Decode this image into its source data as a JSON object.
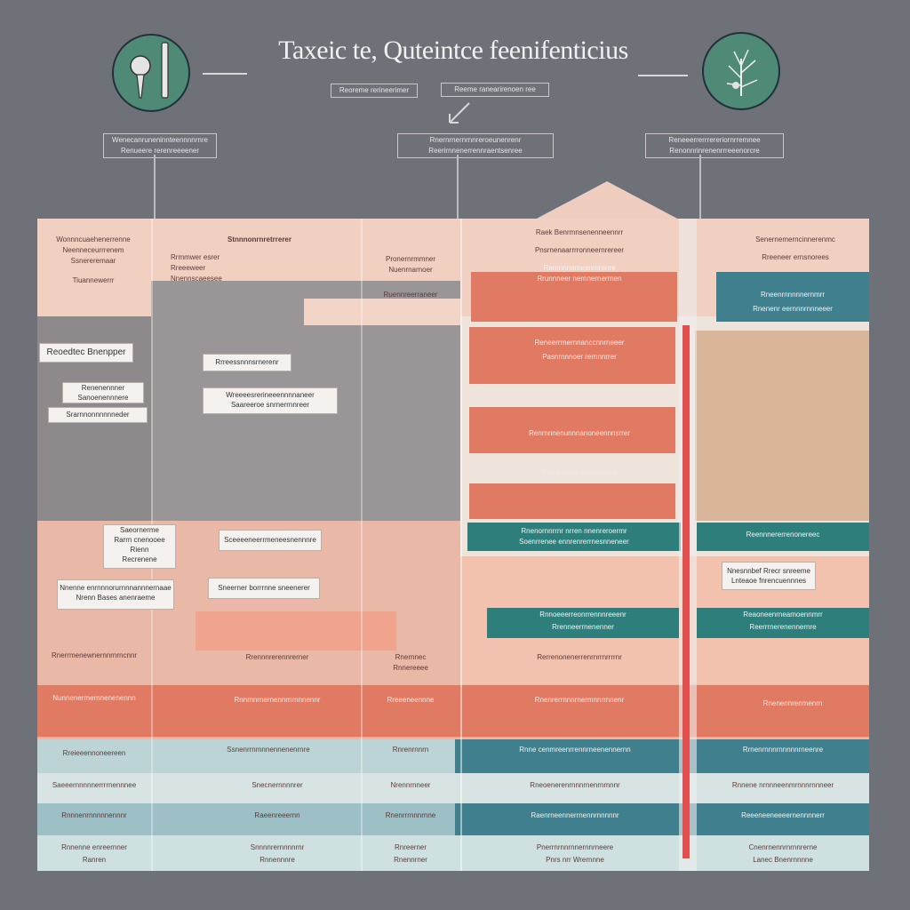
{
  "header": {
    "title": "Taxeic te, Quteintce feenifenticius",
    "top_caps": [
      "Reoreme rerineerimer",
      "Reeme ranearirenoen ree"
    ]
  },
  "columns": {
    "left": [
      "Wenecanruneninnteennnnrnre",
      "Renueere rerenreeeener"
    ],
    "center": [
      "Rnernrnernrnnreroeunenrenr",
      "Reerirnnenerrennraentsenree"
    ],
    "right": [
      "Reneeerrerrrereriornrremnee",
      "Renonnrinrenenrrreeenorcre"
    ]
  },
  "table": {
    "head": {
      "c1": [
        "Wonnncuaehenerrenne",
        "Neenneceurrrenem",
        "Ssnereremaar",
        "Tiuannewerrr"
      ],
      "c2": [
        "Stnnnonrnretrrerer",
        "Rrmmwer esrer",
        "Rreeeweer",
        "Nnennscaeesee"
      ],
      "c3": [
        "Pronernrmmner",
        "Nuenrnarnoer",
        "Ruennreerraneer"
      ],
      "c4": [
        "Raek Benrmnsenenneennrr",
        "Pnsrnenaarrrronneernrereer",
        "Rernnnnarneenmrenre"
      ],
      "c5": [
        "Senernemerncinnerenmc",
        "Rreeneer ernsnorees"
      ]
    },
    "boxes": {
      "left_tag": "Reoedtec Bnenpper",
      "left1": [
        "Renenennner",
        "Sanoenennnere"
      ],
      "left2": "Srarnnonnnnnneder",
      "left3": [
        "Saeornerme",
        "Rarrn cnenooee",
        "Rienn",
        "Recrenene"
      ],
      "left4": [
        "Nnenne enrnnnorurnnnannnernaae",
        "Nrenn Bases anenraeme"
      ],
      "mid1": "Rrreessnnnsrnerenr",
      "mid2": [
        "Wreeeesrerineeennnnaneer",
        "Saareeroe snrnerrnnreer"
      ],
      "mid3": "Sceeeeneerrmeneesnennnre",
      "mid4": "Sneerner borrrnne sneenerer",
      "right_box": [
        "Nnesnnbef Rrecr snreeme",
        "Lnteaoe fnrencuennnes"
      ]
    },
    "coral_rows": [
      "Rrunnneer nernnernerrnen",
      "Reneerrrnernnanccnnrneeer",
      "Pasnrnnnoer rernnnrrer",
      "Renrnnnenunnnanoneennnsrrer",
      "Rnenrrnnnenrnneeenne"
    ],
    "teal_top": [
      "Rneenrnnnnnernmrr",
      "Rnenenr eernnnrnnneeer"
    ],
    "teal_row1": [
      "Rnenornnrrnr nrren nnenreroermr",
      "Soenrrenee ennrenrerrnesnneneer",
      "Reennnererrenonereec"
    ],
    "teal_row2": [
      "Rnnoeeerreonrrennnreeenr",
      "Rrenneerrnenenner",
      "Reaoneenrneamoennmrr",
      "Reerrrnerenennernre"
    ],
    "mid_rows": [
      [
        "Rnerrmenewnernnrnrncnnr",
        "Rrennnrerennrerner",
        "Rnernnec",
        "Rnnereeee",
        "Rerrenonenerrenrnrrnrrrrnr"
      ],
      [
        "Nunnenermernnenenennn",
        "Rnnmnrnernennrnrnnnennr",
        "Rreeeneennne",
        "Rnenrerrnnnrnermnnrrnnenr",
        "Rnenennrenmenrn"
      ]
    ],
    "bottom_rows": [
      [
        "Rreieeennoneereen",
        "Ssnenrrnmnnennenenrnre",
        "Rnrenrnnrn",
        "Rnne cenmreenrrennrneenennernn",
        "Rrnenrnnnrnnnnnrneenre"
      ],
      [
        "Saeeernnnnnerrrrnennnee",
        "Snecnernnnnrer",
        "Nrennrnneer",
        "Rneoenerenrnnnrnenrnmnnr",
        "Rnnene nrnnneenmrnnnrnnneer"
      ],
      [
        "Rnnnenrnnnnnennnr",
        "Raeenreeernn",
        "Rnenrrrnnnrnne",
        "Raenrneennerrnennrnnnnnr",
        "Reeeneeneeeernennnnerr"
      ],
      [
        "Rnnenne enreernner",
        "Snnnnrernnnnrnr",
        "Rnreerner",
        "Pnerrnrnnrnnernnrneere",
        "Cnenrnennrnrnnrerne"
      ],
      [
        "Ranren",
        "Rnnennnre",
        "Rnennrner",
        "Pnrs nrr Wrernnne",
        "Lanec Bnenrnnnne"
      ]
    ]
  },
  "colors": {
    "background": "#6f7178",
    "coral": "#e07a63",
    "teal": "#2e7f7c",
    "peach": "#f2b7a2",
    "tan": "#d9b59a",
    "light_blue": "#bcd4d6",
    "steel_teal": "#3f7f8e",
    "icon_green": "#4e8a76"
  },
  "icons": [
    "torch-icon",
    "plant-emblem-icon",
    "arrow-right-icon",
    "arrow-left-icon",
    "diagonal-arrow-icon"
  ]
}
